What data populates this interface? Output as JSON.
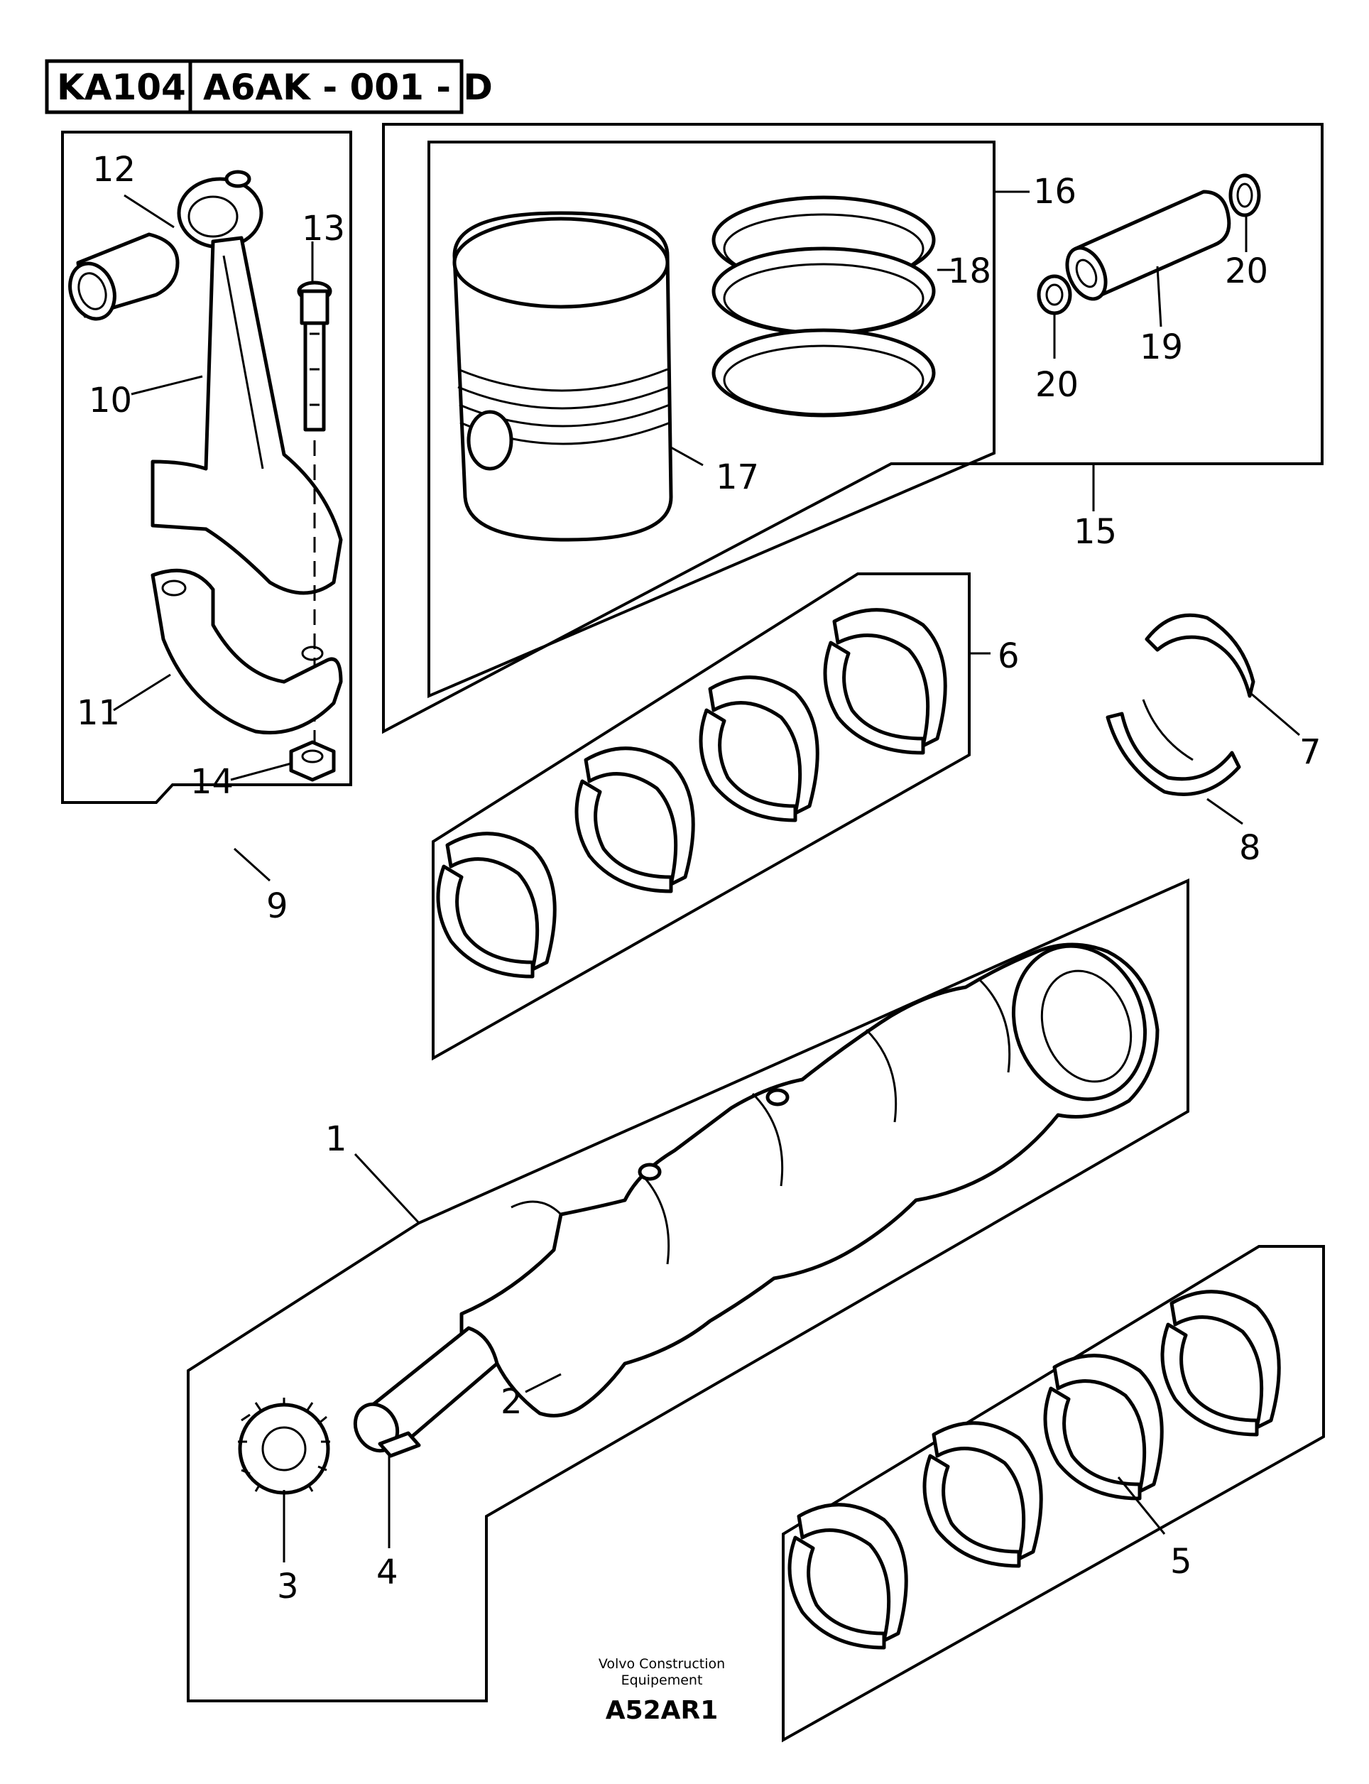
{
  "header": {
    "code_left": "KA104",
    "code_right": "A6AK - 001 - D"
  },
  "callouts": {
    "c1": "1",
    "c2": "2",
    "c3": "3",
    "c4": "4",
    "c5": "5",
    "c6": "6",
    "c7": "7",
    "c8": "8",
    "c9": "9",
    "c10": "10",
    "c11": "11",
    "c12": "12",
    "c13": "13",
    "c14": "14",
    "c15": "15",
    "c16": "16",
    "c17": "17",
    "c18": "18",
    "c19": "19",
    "c20a": "20",
    "c20b": "20"
  },
  "footer": {
    "line1": "Volvo Construction",
    "line2": "Equipement",
    "code": "A52AR1"
  }
}
